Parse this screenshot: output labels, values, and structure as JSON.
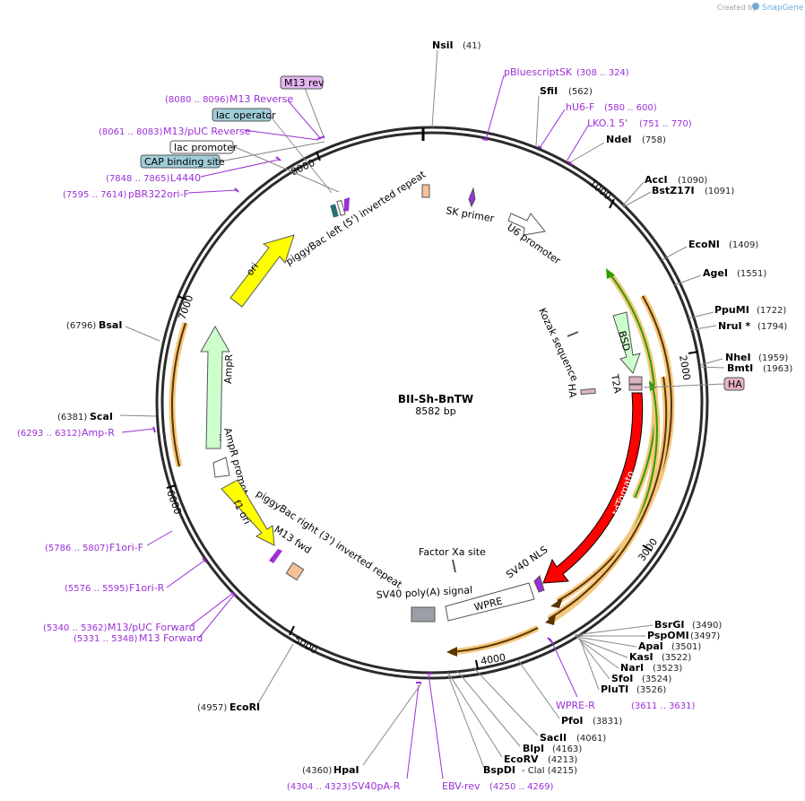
{
  "credit": {
    "prefix": "Created by",
    "brand": "SnapGene"
  },
  "plasmid": {
    "name": "BII-Sh-BnTW",
    "length_label": "8582 bp"
  },
  "tick_labels": [
    "1000",
    "2000",
    "3000",
    "4000",
    "5000",
    "6000",
    "7000",
    "8000"
  ],
  "sites": [
    {
      "name": "NsiI",
      "pos": "(41)"
    },
    {
      "name": "SfiI",
      "pos": "(562)"
    },
    {
      "name": "NdeI",
      "pos": "(758)"
    },
    {
      "name": "AccI",
      "pos": "(1090)"
    },
    {
      "name": "BstZ17I",
      "pos": "(1091)"
    },
    {
      "name": "EcoNI",
      "pos": "(1409)"
    },
    {
      "name": "AgeI",
      "pos": "(1551)"
    },
    {
      "name": "PpuMI",
      "pos": "(1722)"
    },
    {
      "name": "NruI *",
      "pos": "(1794)"
    },
    {
      "name": "NheI",
      "pos": "(1959)"
    },
    {
      "name": "BmtI",
      "pos": "(1963)"
    },
    {
      "name": "BsrGI",
      "pos": "(3490)"
    },
    {
      "name": "PspOMI",
      "pos": "(3497)"
    },
    {
      "name": "ApaI",
      "pos": "(3501)"
    },
    {
      "name": "KasI",
      "pos": "(3522)"
    },
    {
      "name": "NarI",
      "pos": "(3523)"
    },
    {
      "name": "SfoI",
      "pos": "(3524)"
    },
    {
      "name": "PluTI",
      "pos": "(3526)"
    },
    {
      "name": "PfoI",
      "pos": "(3831)"
    },
    {
      "name": "SacII",
      "pos": "(4061)"
    },
    {
      "name": "BlpI",
      "pos": "(4163)"
    },
    {
      "name": "EcoRV",
      "pos": "(4213)"
    },
    {
      "name": "BspDI",
      "pos": "- ClaI (4215)"
    },
    {
      "name": "HpaI",
      "pos": "(4360)"
    },
    {
      "name": "EcoRI",
      "pos": "(4957)"
    },
    {
      "name": "ScaI",
      "pos": "(6381)"
    },
    {
      "name": "BsaI",
      "pos": "(6796)"
    }
  ],
  "primers": [
    {
      "name": "pBluescriptSK",
      "pos": "(308 .. 324)"
    },
    {
      "name": "hU6-F",
      "pos": "(580 .. 600)"
    },
    {
      "name": "LKO.1 5'",
      "pos": "(751 .. 770)"
    },
    {
      "name": "WPRE-R",
      "pos": "(3611 .. 3631)"
    },
    {
      "name": "EBV-rev",
      "pos": "(4250 .. 4269)"
    },
    {
      "name": "SV40pA-R",
      "pos": "(4304 .. 4323)"
    },
    {
      "name": "M13 Forward",
      "pos": "(5331 .. 5348)"
    },
    {
      "name": "M13/pUC Forward",
      "pos": "(5340 .. 5362)"
    },
    {
      "name": "F1ori-R",
      "pos": "(5576 .. 5595)"
    },
    {
      "name": "F1ori-F",
      "pos": "(5786 .. 5807)"
    },
    {
      "name": "Amp-R",
      "pos": "(6293 .. 6312)"
    },
    {
      "name": "pBR322ori-F",
      "pos": "(7595 .. 7614)"
    },
    {
      "name": "L4440",
      "pos": "(7848 .. 7865)"
    },
    {
      "name": "M13/pUC Reverse",
      "pos": "(8061 .. 8083)"
    },
    {
      "name": "M13 Reverse",
      "pos": "(8080 .. 8096)"
    }
  ],
  "boxed_labels": {
    "m13_rev": "M13 rev",
    "lac_operator": "lac operator",
    "lac_promoter": "lac promoter",
    "cap_site": "CAP binding site",
    "ha_tag": "HA"
  },
  "features": {
    "piggybac_left": "piggyBac left (5') inverted repeat",
    "sk_primer": "SK primer",
    "u6_promoter": "U6 promoter",
    "kozak": "Kozak sequence",
    "bsd": "BSD",
    "t2a": "T2A",
    "ha": "HA",
    "tdtomato": "tdTomato",
    "sv40_nls": "SV40 NLS",
    "factor_xa": "Factor Xa site",
    "wpre": "WPRE",
    "sv40_polya": "SV40 poly(A) signal",
    "piggybac_right": "piggyBac right (3') inverted repeat",
    "m13_fwd": "M13 fwd",
    "f1_ori": "f1 ori",
    "ampr_promoter": "AmpR promoter",
    "ampr": "AmpR",
    "ori": "ori"
  },
  "colors": {
    "backbone": "#2b2b2b",
    "primer": "#9b2fd6",
    "ori": "#ffff00",
    "ampr": "#ccffcc",
    "tdtomato": "#ff0000",
    "orange_halo": "#f5c77e",
    "green_line": "#2e9b00",
    "m13_rev_box": "#e3b6f0",
    "lac_box": "#9fcdd8",
    "ha_box": "#e6b3c2"
  }
}
